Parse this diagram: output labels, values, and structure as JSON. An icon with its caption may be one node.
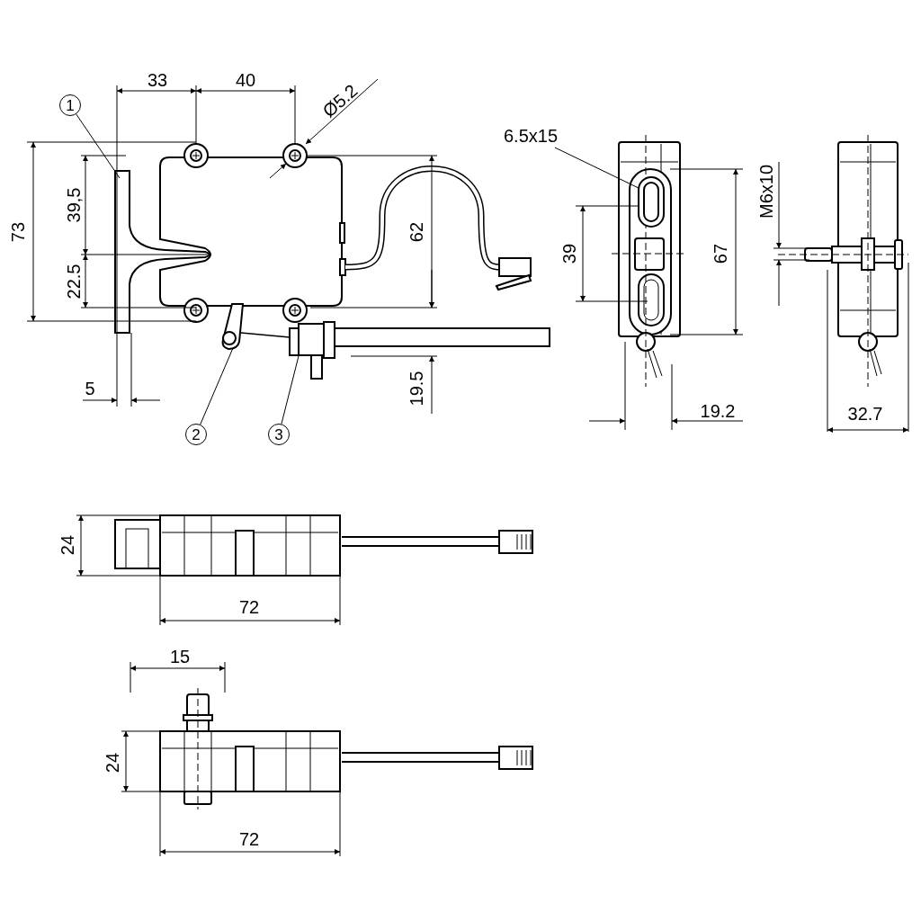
{
  "diagram": {
    "nodes": [
      {
        "text": [
          "1"
        ]
      },
      {
        "text": [
          "2"
        ]
      },
      {
        "text": [
          "3"
        ]
      },
      {
        "text": [
          "6.5x15"
        ]
      },
      {
        "text": [],
        "shape": "picture"
      },
      {
        "text": [],
        "shape": "picture"
      },
      {
        "text": [],
        "shape": "picture"
      },
      {
        "text": [],
        "shape": "picture"
      }
    ],
    "edges": [
      {
        "from": 0,
        "to": 4,
        "arrow": "none"
      },
      {
        "from": 1,
        "to": 5,
        "arrow": "none"
      },
      {
        "from": 2,
        "to": 6,
        "arrow": "none"
      },
      {
        "from": 3,
        "to": 7,
        "arrow": "none"
      },
      {
        "from": 5,
        "to": 6,
        "arrow": "none"
      }
    ],
    "labels": [
      "33",
      "40",
      "Ø5.2",
      "73",
      "39,5",
      "22.5",
      "62",
      "5",
      "19.5",
      "39",
      "67",
      "19.2",
      "M6x10",
      "32.7",
      "24",
      "72",
      "15",
      "24",
      "72"
    ]
  }
}
